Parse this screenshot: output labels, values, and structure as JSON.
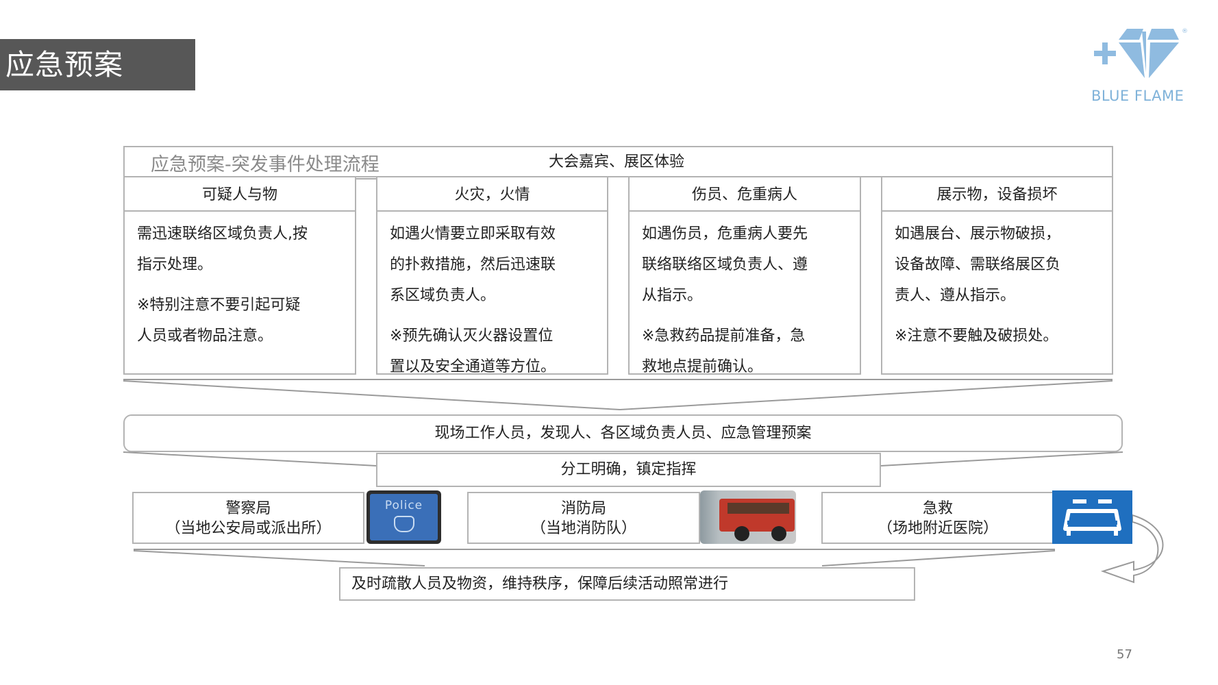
{
  "header": {
    "title": "应急预案"
  },
  "logo": {
    "icon": "plus-diamond-heart-icon",
    "text": "BLUE FLAME",
    "registered_mark": "®",
    "color": "#7fb2d9"
  },
  "diagram": {
    "title": "应急预案-突发事件处理流程",
    "scenario": "大会嘉宾、展区体验",
    "columns": [
      {
        "heading": "可疑人与物",
        "lines": [
          "需迅速联络区域负责人,按",
          "指示处理。"
        ],
        "note_lines": [
          "※特别注意不要引起可疑",
          "人员或者物品注意。"
        ]
      },
      {
        "heading": "火灾，火情",
        "lines": [
          "如遇火情要立即采取有效",
          "的扑救措施，然后迅速联",
          "系区域负责人。"
        ],
        "note_lines": [
          "※预先确认灭火器设置位",
          "置以及安全通道等方位。"
        ]
      },
      {
        "heading": "伤员、危重病人",
        "lines": [
          "如遇伤员，危重病人要先",
          "联络联络区域负责人、遵",
          "从指示。"
        ],
        "note_lines": [
          "※急救药品提前准备，急",
          "救地点提前确认。"
        ]
      },
      {
        "heading": "展示物，设备损坏",
        "lines": [
          "如遇展台、展示物破损，",
          "设备故障、需联络展区负",
          "责人、遵从指示。"
        ],
        "note_lines": [
          "※注意不要触及破损处。"
        ]
      }
    ],
    "responders": "现场工作人员，发现人、各区域负责人员、应急管理预案",
    "command": "分工明确，镇定指挥",
    "services": [
      {
        "name": "警察局",
        "detail": "（当地公安局或派出所）",
        "image": "police-sign-icon",
        "image_text": "Police"
      },
      {
        "name": "消防局",
        "detail": "（当地消防队）",
        "image": "fire-truck-icon"
      },
      {
        "name": "急救",
        "detail": "（场地附近医院）",
        "image": "ambulance-icon"
      }
    ],
    "final_action": "及时疏散人员及物资，维持秩序，保障后续活动照常进行"
  },
  "footer": {
    "page_number": "57"
  },
  "colors": {
    "title_bar": "#575757",
    "border": "#b3b3b3",
    "ambulance_blue": "#1f6fbf",
    "police_blue": "#3a6fb8"
  }
}
